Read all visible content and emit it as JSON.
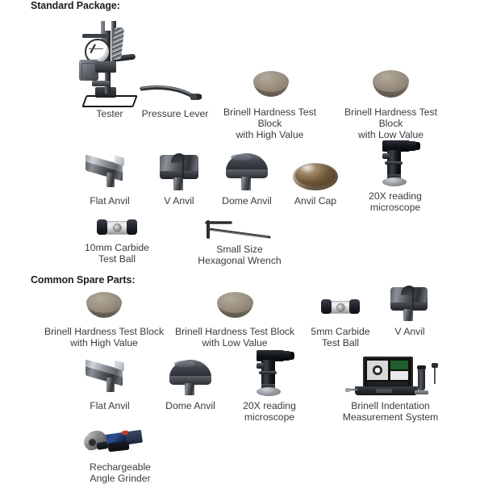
{
  "page": {
    "background": "#ffffff",
    "text_color": "#3b3b3b",
    "heading_color": "#1d1d1d"
  },
  "sections": [
    {
      "id": "standard-package",
      "title": "Standard Package:"
    },
    {
      "id": "common-spare-parts",
      "title": "Common Spare Parts:"
    }
  ],
  "standard_package": {
    "title": "Standard Package:",
    "items": [
      {
        "label": "Tester",
        "icon": "brinell-hardness-tester-icon"
      },
      {
        "label": "Pressure Lever",
        "icon": "pressure-lever-icon"
      },
      {
        "label": "Brinell Hardness Test Block\nwith High Value",
        "icon": "test-block-high-icon"
      },
      {
        "label": "Brinell Hardness Test Block\nwith Low Value",
        "icon": "test-block-low-icon"
      },
      {
        "label": "Flat Anvil",
        "icon": "flat-anvil-icon"
      },
      {
        "label": "V  Anvil",
        "icon": "v-anvil-icon"
      },
      {
        "label": "Dome Anvil",
        "icon": "dome-anvil-icon"
      },
      {
        "label": "Anvil Cap",
        "icon": "anvil-cap-icon"
      },
      {
        "label": "20X reading\nmicroscope",
        "icon": "reading-microscope-icon"
      },
      {
        "label": "10mm Carbide\nTest Ball",
        "icon": "carbide-test-ball-icon"
      },
      {
        "label": "Small Size\nHexagonal Wrench",
        "icon": "hexagonal-wrench-icon"
      }
    ]
  },
  "common_spare_parts": {
    "title": "Common Spare Parts:",
    "items": [
      {
        "label": "Brinell Hardness Test Block\nwith High Value",
        "icon": "test-block-high-icon"
      },
      {
        "label": "Brinell Hardness Test Block\nwith Low Value",
        "icon": "test-block-low-icon"
      },
      {
        "label": "5mm Carbide\nTest Ball",
        "icon": "carbide-test-ball-icon"
      },
      {
        "label": "V  Anvil",
        "icon": "v-anvil-icon"
      },
      {
        "label": "Flat Anvil",
        "icon": "flat-anvil-icon"
      },
      {
        "label": "Dome Anvil",
        "icon": "dome-anvil-icon"
      },
      {
        "label": "20X reading\nmicroscope",
        "icon": "reading-microscope-icon"
      },
      {
        "label": "Brinell Indentation\nMeasurement System",
        "icon": "indentation-measurement-system-icon"
      },
      {
        "label": "Rechargeable\nAngle Grinder",
        "icon": "angle-grinder-icon"
      }
    ]
  }
}
